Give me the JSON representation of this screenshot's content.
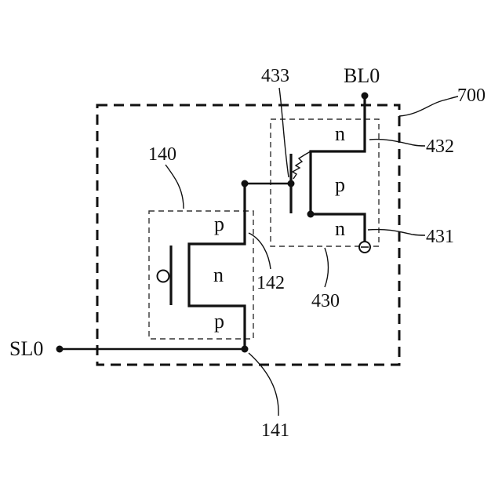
{
  "labels": {
    "bl0": "BL0",
    "sl0": "SL0",
    "ref_700": "700",
    "ref_433": "433",
    "ref_432": "432",
    "ref_431": "431",
    "ref_430": "430",
    "ref_140": "140",
    "ref_142": "142",
    "ref_141": "141"
  },
  "device_140": {
    "top_region": "p",
    "middle_region": "n",
    "bottom_region": "p"
  },
  "device_430": {
    "top_region": "n",
    "middle_region": "p",
    "bottom_region": "n"
  }
}
